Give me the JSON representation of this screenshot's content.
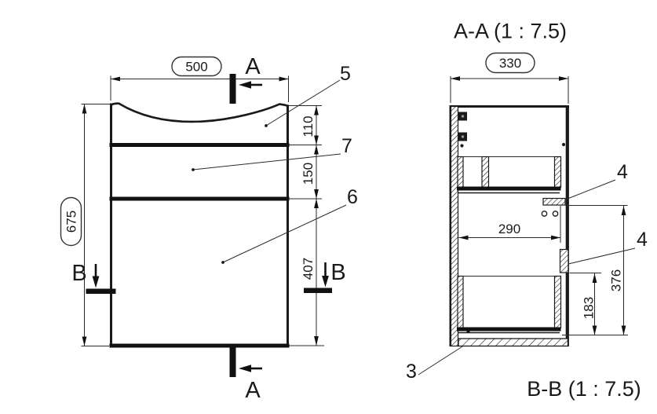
{
  "front_view": {
    "dims": {
      "width": "500",
      "height": "675",
      "top_section": "110",
      "middle_section": "150",
      "bottom_section": "407"
    },
    "section_marks": {
      "a": "A",
      "b": "B"
    },
    "part_labels": {
      "top_panel": "5",
      "drawer_front": "7",
      "door": "6"
    }
  },
  "section_view": {
    "title": "A-A (1 : 7.5)",
    "footer_title": "B-B (1 : 7.5)",
    "dims": {
      "depth": "330",
      "inner_width": "290",
      "lower_height": "376",
      "drawer_height": "183"
    },
    "part_labels": {
      "upper_bracket": "4",
      "lower_bracket": "4",
      "bottom_panel": "3"
    }
  }
}
